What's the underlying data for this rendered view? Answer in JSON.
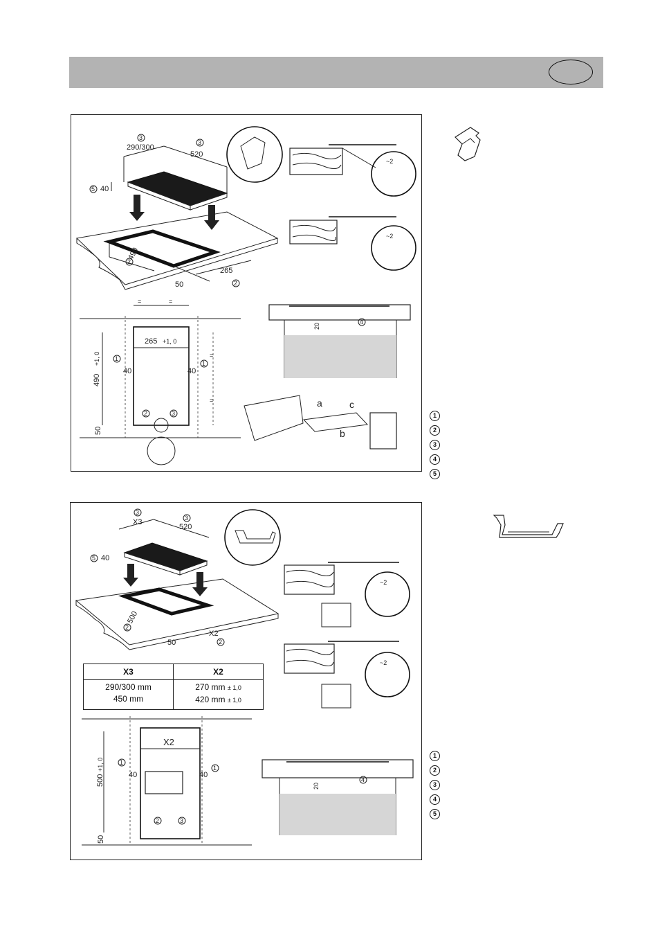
{
  "header": {
    "oval_label": ""
  },
  "panel1": {
    "hob_dims": {
      "width_code": "3",
      "width_value": "290/300",
      "depth_code": "3",
      "depth_value": "520",
      "height_code": "5",
      "height_value": "40"
    },
    "cutout_dims": {
      "depth": "490",
      "depth_code": "2",
      "width": "265",
      "width_code": "2",
      "offset": "50"
    },
    "plan": {
      "width": "265",
      "width_tol": "+1, 0",
      "depth": "490",
      "depth_tol": "+1, 0",
      "margin_left": "40",
      "margin_right": "40",
      "bottom": "50",
      "eq": "=",
      "callouts": [
        "1",
        "1",
        "2",
        "3"
      ]
    },
    "section": {
      "gap": "20",
      "callout": "4",
      "gap_detail": "~2"
    },
    "install_letters": [
      "a",
      "b",
      "c"
    ]
  },
  "legend1": [
    "1",
    "2",
    "3",
    "4",
    "5"
  ],
  "panel2": {
    "hob_dims": {
      "width_code": "3",
      "width_value": "X3",
      "depth_code": "3",
      "depth_value": "520",
      "height_code": "5",
      "height_value": "40"
    },
    "cutout_dims": {
      "depth": "500",
      "depth_code": "2",
      "width": "X2",
      "width_code": "2",
      "offset": "50"
    },
    "plan": {
      "width": "X2",
      "depth": "500",
      "depth_tol": "+1, 0",
      "margin_left": "40",
      "margin_right": "40",
      "bottom": "50",
      "callouts": [
        "1",
        "1",
        "2",
        "3"
      ]
    },
    "section": {
      "gap": "20",
      "callout": "4",
      "gap_detail": "~2"
    },
    "table": {
      "headers": [
        "X3",
        "X2"
      ],
      "rows": [
        {
          "x3": "290/300 mm",
          "x2": "270 mm",
          "tol": "± 1,0"
        },
        {
          "x3": "450 mm",
          "x2": "420 mm",
          "tol": "± 1,0"
        }
      ]
    }
  },
  "legend2": [
    "1",
    "2",
    "3",
    "4",
    "5"
  ]
}
